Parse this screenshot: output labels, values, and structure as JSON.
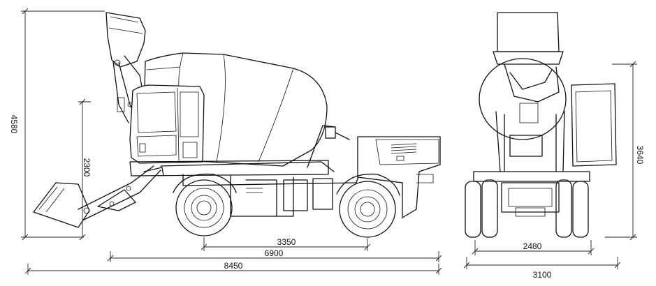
{
  "dimensions": {
    "overall_height": "4580",
    "boom_height": "2300",
    "wheelbase": "3350",
    "body_length": "6900",
    "overall_length": "8450",
    "front_height": "3640",
    "track_width": "2480",
    "overall_width": "3100"
  }
}
